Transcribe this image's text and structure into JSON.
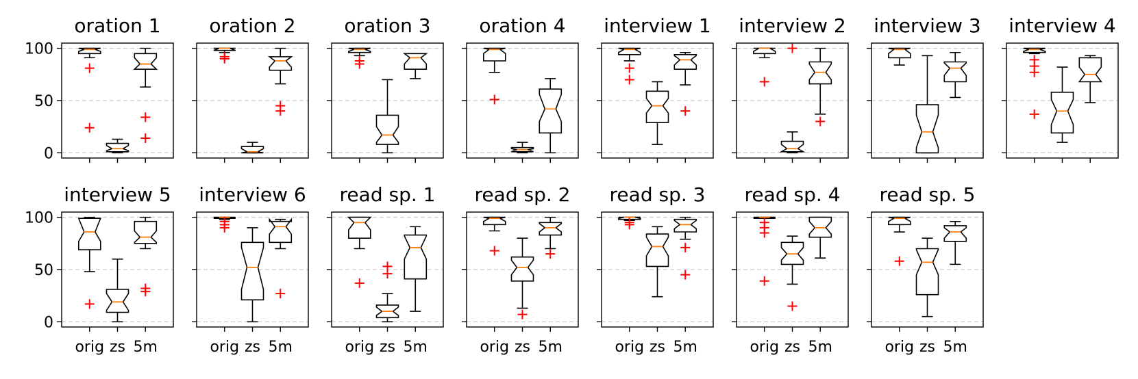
{
  "chart_data": {
    "type": "box",
    "categories": [
      "orig",
      "zs",
      "5m"
    ],
    "yticks": [
      0,
      50,
      100
    ],
    "ylim": [
      -5,
      105
    ],
    "grid": "horizontal dashed at y ticks",
    "colors": {
      "box": "#000000",
      "median": "#ff7f0e",
      "outlier": "#ff0000",
      "grid": "#cccccc"
    },
    "panels": [
      {
        "title": "oration 1",
        "boxes": [
          {
            "low": 91,
            "q1": 95,
            "med": 99,
            "q3": 100,
            "high": 100,
            "notch": [
              97,
              100
            ],
            "outliers": [
              81,
              24
            ]
          },
          {
            "low": 0,
            "q1": 1,
            "med": 4,
            "q3": 9,
            "high": 13,
            "notch": [
              2,
              7
            ],
            "outliers": []
          },
          {
            "low": 63,
            "q1": 80,
            "med": 85,
            "q3": 95,
            "high": 100,
            "notch": [
              80,
              91
            ],
            "outliers": [
              34,
              14
            ]
          }
        ]
      },
      {
        "title": "oration 2",
        "boxes": [
          {
            "low": 96,
            "q1": 98,
            "med": 100,
            "q3": 100,
            "high": 100,
            "notch": [
              98,
              100
            ],
            "outliers": [
              92,
              90
            ]
          },
          {
            "low": 0,
            "q1": 0,
            "med": 1,
            "q3": 6,
            "high": 10,
            "notch": [
              0,
              4
            ],
            "outliers": []
          },
          {
            "low": 66,
            "q1": 79,
            "med": 88,
            "q3": 92,
            "high": 100,
            "notch": [
              82,
              92
            ],
            "outliers": [
              45,
              40
            ]
          }
        ]
      },
      {
        "title": "oration 3",
        "boxes": [
          {
            "low": 93,
            "q1": 96,
            "med": 99,
            "q3": 100,
            "high": 100,
            "notch": [
              97,
              100
            ],
            "outliers": [
              88,
              85
            ]
          },
          {
            "low": 0,
            "q1": 8,
            "med": 17,
            "q3": 36,
            "high": 70,
            "notch": [
              10,
              25
            ],
            "outliers": []
          },
          {
            "low": 71,
            "q1": 80,
            "med": 91,
            "q3": 95,
            "high": 95,
            "notch": [
              85,
              95
            ],
            "outliers": []
          }
        ]
      },
      {
        "title": "oration 4",
        "boxes": [
          {
            "low": 77,
            "q1": 88,
            "med": 99,
            "q3": 100,
            "high": 100,
            "notch": [
              95,
              100
            ],
            "outliers": [
              51
            ]
          },
          {
            "low": 0,
            "q1": 1,
            "med": 3,
            "q3": 5,
            "high": 10,
            "notch": [
              1,
              4
            ],
            "outliers": []
          },
          {
            "low": 0,
            "q1": 19,
            "med": 42,
            "q3": 61,
            "high": 71,
            "notch": [
              30,
              56
            ],
            "outliers": []
          }
        ]
      },
      {
        "title": "interview 1",
        "boxes": [
          {
            "low": 88,
            "q1": 94,
            "med": 99,
            "q3": 100,
            "high": 100,
            "notch": [
              96,
              100
            ],
            "outliers": [
              81,
              70
            ]
          },
          {
            "low": 8,
            "q1": 29,
            "med": 45,
            "q3": 59,
            "high": 68,
            "notch": [
              38,
              52
            ],
            "outliers": []
          },
          {
            "low": 65,
            "q1": 80,
            "med": 89,
            "q3": 94,
            "high": 96,
            "notch": [
              84,
              93
            ],
            "outliers": [
              40
            ]
          }
        ]
      },
      {
        "title": "interview 2",
        "boxes": [
          {
            "low": 91,
            "q1": 95,
            "med": 100,
            "q3": 100,
            "high": 100,
            "notch": [
              97,
              100
            ],
            "outliers": [
              68
            ]
          },
          {
            "low": 0,
            "q1": 1,
            "med": 4,
            "q3": 11,
            "high": 20,
            "notch": [
              1,
              8
            ],
            "outliers": [
              100
            ]
          },
          {
            "low": 37,
            "q1": 66,
            "med": 77,
            "q3": 87,
            "high": 100,
            "notch": [
              70,
              85
            ],
            "outliers": [
              30
            ]
          }
        ]
      },
      {
        "title": "interview 3",
        "boxes": [
          {
            "low": 84,
            "q1": 91,
            "med": 99,
            "q3": 100,
            "high": 100,
            "notch": [
              95,
              100
            ],
            "outliers": []
          },
          {
            "low": 0,
            "q1": 0,
            "med": 20,
            "q3": 46,
            "high": 93,
            "notch": [
              5,
              36
            ],
            "outliers": []
          },
          {
            "low": 53,
            "q1": 68,
            "med": 81,
            "q3": 87,
            "high": 96,
            "notch": [
              74,
              86
            ],
            "outliers": []
          }
        ]
      },
      {
        "title": "interview 4",
        "boxes": [
          {
            "low": 95,
            "q1": 96,
            "med": 99,
            "q3": 100,
            "high": 100,
            "notch": [
              97,
              100
            ],
            "outliers": [
              89,
              83,
              77,
              37
            ]
          },
          {
            "low": 10,
            "q1": 19,
            "med": 40,
            "q3": 58,
            "high": 82,
            "notch": [
              27,
              51
            ],
            "outliers": []
          },
          {
            "low": 48,
            "q1": 68,
            "med": 75,
            "q3": 91,
            "high": 93,
            "notch": [
              68,
              82
            ],
            "outliers": []
          }
        ]
      },
      {
        "title": "interview 5",
        "boxes": [
          {
            "low": 48,
            "q1": 69,
            "med": 86,
            "q3": 99,
            "high": 100,
            "notch": [
              77,
              99
            ],
            "outliers": [
              17
            ]
          },
          {
            "low": 0,
            "q1": 9,
            "med": 19,
            "q3": 31,
            "high": 60,
            "notch": [
              11,
              27
            ],
            "outliers": []
          },
          {
            "low": 70,
            "q1": 75,
            "med": 81,
            "q3": 96,
            "high": 100,
            "notch": [
              76,
              87
            ],
            "outliers": [
              32,
              29
            ]
          }
        ]
      },
      {
        "title": "interview 6",
        "boxes": [
          {
            "low": 98,
            "q1": 99,
            "med": 100,
            "q3": 100,
            "high": 100,
            "notch": [
              99,
              100
            ],
            "outliers": [
              96,
              93,
              90
            ]
          },
          {
            "low": 0,
            "q1": 21,
            "med": 52,
            "q3": 76,
            "high": 90,
            "notch": [
              31,
              71
            ],
            "outliers": []
          },
          {
            "low": 70,
            "q1": 76,
            "med": 91,
            "q3": 96,
            "high": 98,
            "notch": [
              84,
              98
            ],
            "outliers": [
              27
            ]
          }
        ]
      },
      {
        "title": "read sp. 1",
        "boxes": [
          {
            "low": 70,
            "q1": 80,
            "med": 95,
            "q3": 100,
            "high": 100,
            "notch": [
              88,
              100
            ],
            "outliers": [
              37
            ]
          },
          {
            "low": 0,
            "q1": 4,
            "med": 10,
            "q3": 16,
            "high": 27,
            "notch": [
              6,
              14
            ],
            "outliers": [
              53,
              46
            ]
          },
          {
            "low": 10,
            "q1": 41,
            "med": 71,
            "q3": 83,
            "high": 91,
            "notch": [
              60,
              82
            ],
            "outliers": []
          }
        ]
      },
      {
        "title": "read sp. 2",
        "boxes": [
          {
            "low": 87,
            "q1": 93,
            "med": 99,
            "q3": 100,
            "high": 100,
            "notch": [
              96,
              100
            ],
            "outliers": [
              68
            ]
          },
          {
            "low": 13,
            "q1": 39,
            "med": 52,
            "q3": 62,
            "high": 80,
            "notch": [
              45,
              59
            ],
            "outliers": [
              7
            ]
          },
          {
            "low": 70,
            "q1": 83,
            "med": 90,
            "q3": 95,
            "high": 100,
            "notch": [
              86,
              94
            ],
            "outliers": [
              65
            ]
          }
        ]
      },
      {
        "title": "read sp. 3",
        "boxes": [
          {
            "low": 97,
            "q1": 98,
            "med": 100,
            "q3": 100,
            "high": 100,
            "notch": [
              99,
              100
            ],
            "outliers": [
              95,
              93
            ]
          },
          {
            "low": 24,
            "q1": 53,
            "med": 72,
            "q3": 84,
            "high": 91,
            "notch": [
              63,
              81
            ],
            "outliers": []
          },
          {
            "low": 79,
            "q1": 86,
            "med": 93,
            "q3": 98,
            "high": 100,
            "notch": [
              89,
              97
            ],
            "outliers": [
              71,
              45
            ]
          }
        ]
      },
      {
        "title": "read sp. 4",
        "boxes": [
          {
            "low": 99,
            "q1": 99,
            "med": 100,
            "q3": 100,
            "high": 100,
            "notch": [
              99,
              100
            ],
            "outliers": [
              95,
              90,
              85,
              39
            ]
          },
          {
            "low": 36,
            "q1": 55,
            "med": 65,
            "q3": 76,
            "high": 82,
            "notch": [
              59,
              71
            ],
            "outliers": [
              15
            ]
          },
          {
            "low": 61,
            "q1": 81,
            "med": 90,
            "q3": 100,
            "high": 100,
            "notch": [
              84,
              96
            ],
            "outliers": []
          }
        ]
      },
      {
        "title": "read sp. 5",
        "boxes": [
          {
            "low": 86,
            "q1": 93,
            "med": 99,
            "q3": 100,
            "high": 100,
            "notch": [
              96,
              100
            ],
            "outliers": [
              58
            ]
          },
          {
            "low": 5,
            "q1": 26,
            "med": 57,
            "q3": 70,
            "high": 80,
            "notch": [
              45,
              69
            ],
            "outliers": []
          },
          {
            "low": 55,
            "q1": 77,
            "med": 86,
            "q3": 92,
            "high": 96,
            "notch": [
              80,
              90
            ],
            "outliers": []
          }
        ]
      }
    ]
  }
}
